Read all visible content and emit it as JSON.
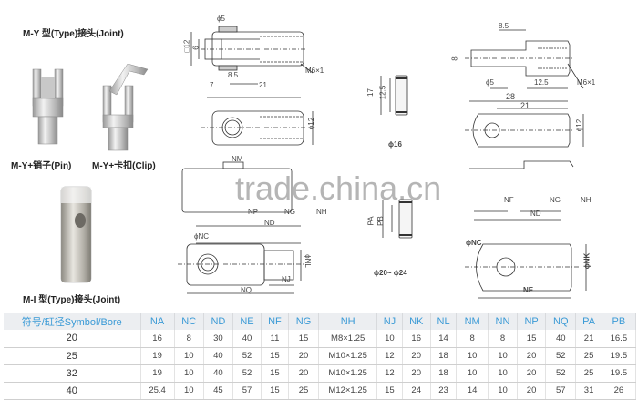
{
  "photos": {
    "my_title": "M-Y 型(Type)接头(Joint)",
    "my_pin_label": "M-Y+销子(Pin)",
    "my_clip_label": "M-Y+卡扣(Clip)",
    "mi_title": "M-I 型(Type)接头(Joint)"
  },
  "drawing_my": {
    "phi5": "ϕ5",
    "d12": "□12",
    "six": "6",
    "m6x1": "M6×1",
    "d85": "8.5",
    "d7": "7",
    "d21": "21",
    "phi12": "ϕ12"
  },
  "drawing_my_generic": {
    "nm": "NM",
    "np": "NP",
    "ng": "NG",
    "nd": "ND",
    "nh": "NH",
    "nc": "ϕNC",
    "nl": "ϕNL",
    "nj": "NJ",
    "nq": "NQ"
  },
  "pin_small": {
    "d17": "17",
    "d125": "12.5",
    "phi16": "ϕ16"
  },
  "pin_generic": {
    "pa": "PA",
    "pb": "PB",
    "range": "ϕ20~ ϕ24"
  },
  "drawing_mi": {
    "d85": "8.5",
    "eight": "8",
    "phi5": "ϕ5",
    "d125": "12.5",
    "m6x1": "M6×1",
    "d28": "28",
    "d21": "21",
    "phi12": "ϕ12"
  },
  "drawing_mi_generic": {
    "nf": "NF",
    "ng": "NG",
    "nh": "NH",
    "nd": "ND",
    "nc": "ϕNC",
    "nk": "ϕNK",
    "ne": "NE"
  },
  "watermark": "trade.china.cn",
  "table": {
    "headers": [
      "符号/缸径Symbol/Bore",
      "NA",
      "NC",
      "ND",
      "NE",
      "NF",
      "NG",
      "NH",
      "NJ",
      "NK",
      "NL",
      "NM",
      "NN",
      "NP",
      "NQ",
      "PA",
      "PB"
    ],
    "rows": [
      [
        "20",
        "16",
        "8",
        "30",
        "40",
        "11",
        "15",
        "M8×1.25",
        "10",
        "16",
        "14",
        "8",
        "8",
        "15",
        "40",
        "21",
        "16.5"
      ],
      [
        "25",
        "19",
        "10",
        "40",
        "52",
        "15",
        "20",
        "M10×1.25",
        "12",
        "20",
        "18",
        "10",
        "10",
        "20",
        "52",
        "25",
        "19.5"
      ],
      [
        "32",
        "19",
        "10",
        "40",
        "52",
        "15",
        "20",
        "M10×1.25",
        "12",
        "20",
        "18",
        "10",
        "10",
        "20",
        "52",
        "25",
        "19.5"
      ],
      [
        "40",
        "25.4",
        "10",
        "45",
        "57",
        "15",
        "25",
        "M12×1.25",
        "15",
        "24",
        "23",
        "14",
        "10",
        "20",
        "57",
        "31",
        "26"
      ]
    ]
  },
  "colors": {
    "header_text": "#3a9ad6",
    "header_bg": "#eceef1"
  }
}
